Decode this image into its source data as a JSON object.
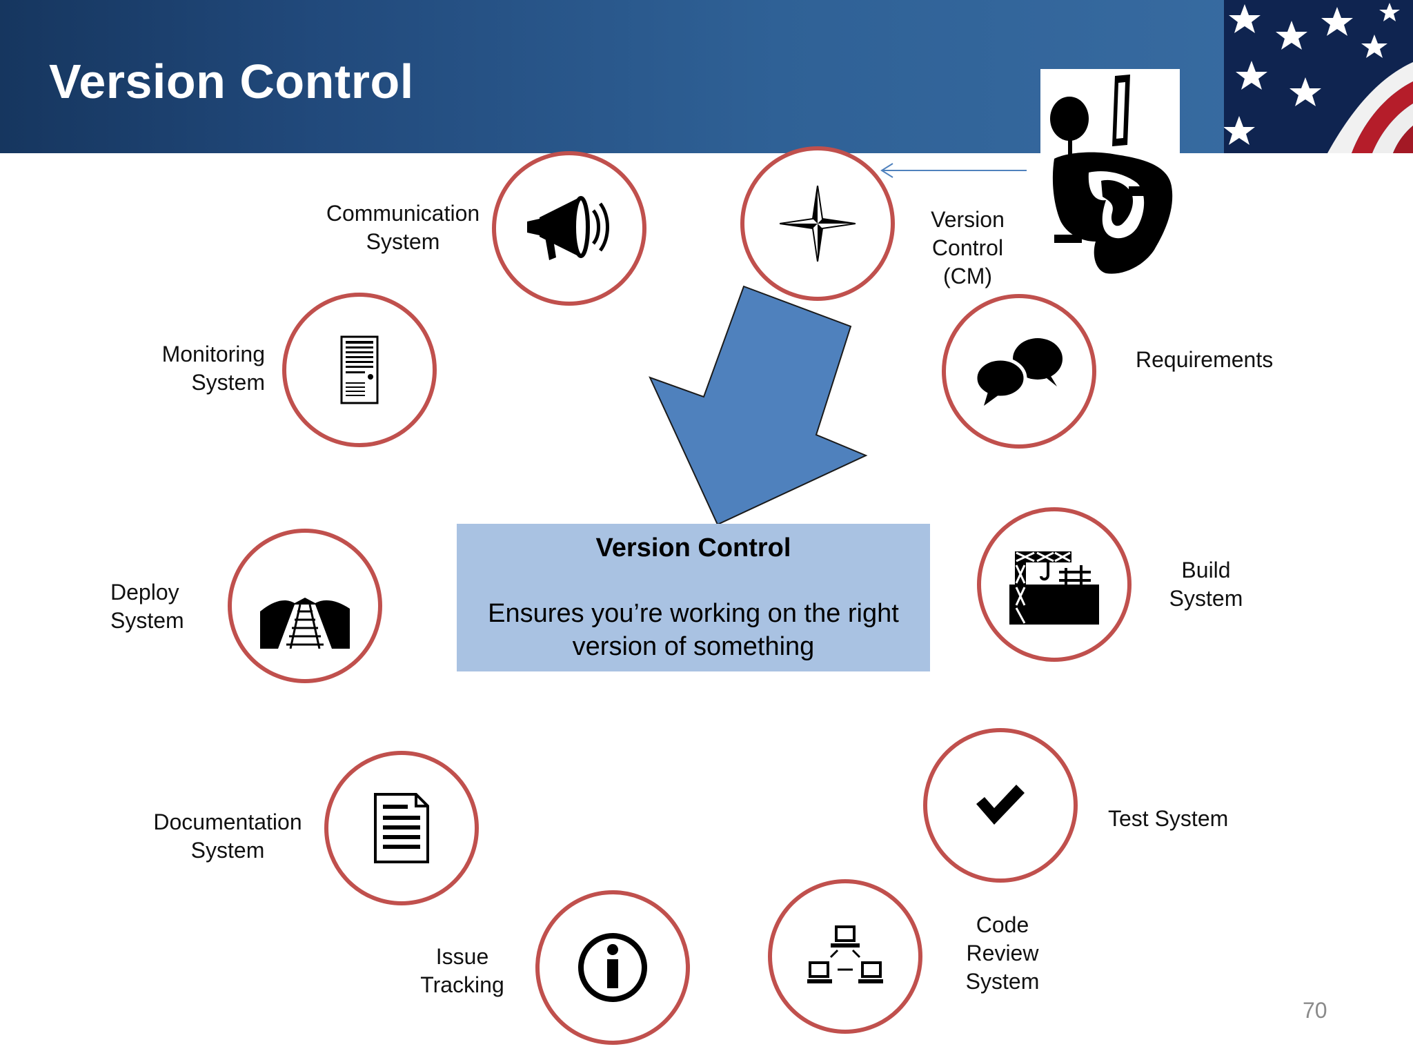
{
  "slide": {
    "title": "Version Control",
    "page_number": "70"
  },
  "center": {
    "heading": "Version Control",
    "line1": "Ensures you’re working on the right",
    "line2": "version of something"
  },
  "nodes": [
    {
      "id": "communication",
      "icon": "megaphone-icon",
      "label": [
        "Communication",
        "System"
      ]
    },
    {
      "id": "version-control",
      "icon": "compass-star-icon",
      "label": [
        "Version",
        "Control",
        "(CM)"
      ]
    },
    {
      "id": "requirements",
      "icon": "speech-bubbles-icon",
      "label": [
        "Requirements"
      ]
    },
    {
      "id": "build",
      "icon": "construction-crane-icon",
      "label": [
        "Build",
        "System"
      ]
    },
    {
      "id": "test",
      "icon": "checkmark-icon",
      "label": [
        "Test System"
      ]
    },
    {
      "id": "code-review",
      "icon": "network-computers-icon",
      "label": [
        "Code",
        "Review",
        "System"
      ]
    },
    {
      "id": "issue-tracking",
      "icon": "info-icon",
      "label": [
        "Issue",
        "Tracking"
      ]
    },
    {
      "id": "documentation",
      "icon": "document-icon",
      "label": [
        "Documentation",
        "System"
      ]
    },
    {
      "id": "deploy",
      "icon": "railroad-track-icon",
      "label": [
        "Deploy",
        "System"
      ]
    },
    {
      "id": "monitoring",
      "icon": "server-tower-icon",
      "label": [
        "Monitoring",
        "System"
      ]
    }
  ],
  "decorations": {
    "flag": "american-flag-icon",
    "figure": "ship-helmsman-icon",
    "big_arrow": "down-left-arrow-icon"
  },
  "colors": {
    "header_dark": "#16365f",
    "header_light": "#3a6ea4",
    "node_ring": "#c0504d",
    "center_box": "#a9c2e2",
    "arrow_fill": "#4f81bd",
    "pointer_line": "#4f81bd"
  }
}
